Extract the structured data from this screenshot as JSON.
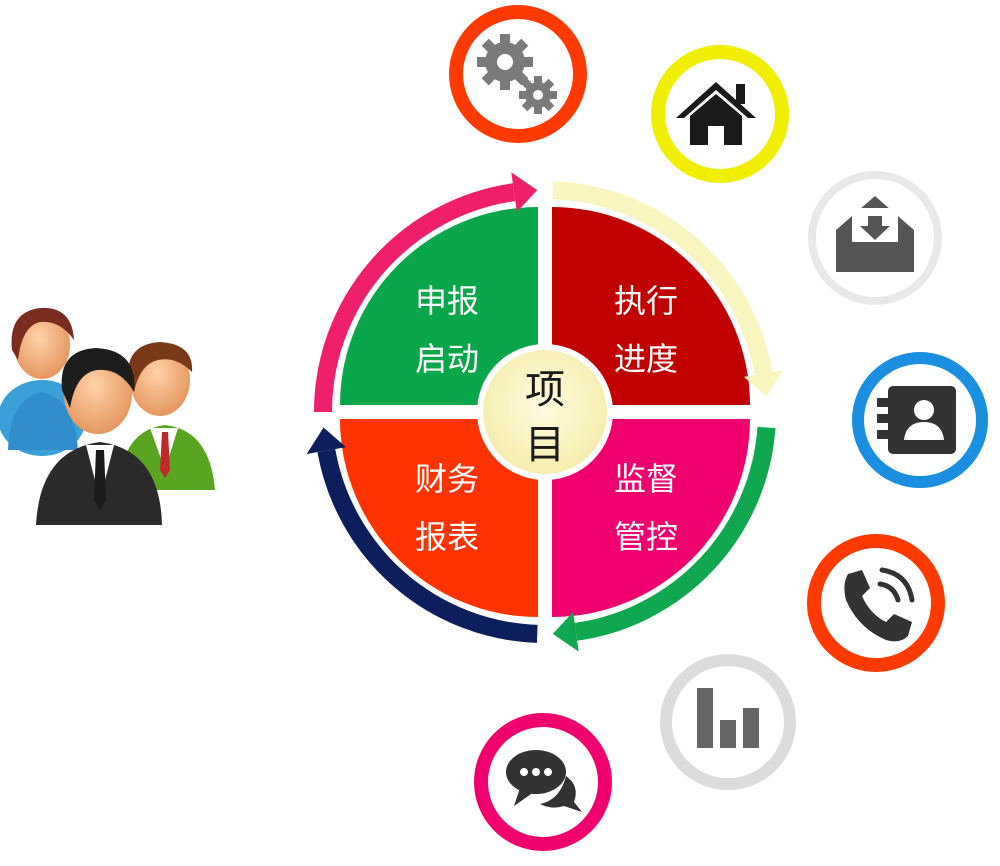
{
  "diagram": {
    "center": {
      "line1": "项",
      "line2": "目"
    },
    "quadrants": [
      {
        "id": "top-left",
        "line1": "申报",
        "line2": "启动",
        "color": "#0aa64a"
      },
      {
        "id": "top-right",
        "line1": "执行",
        "line2": "进度",
        "color": "#c10000"
      },
      {
        "id": "bottom-right",
        "line1": "监督",
        "line2": "管控",
        "color": "#f0006e"
      },
      {
        "id": "bottom-left",
        "line1": "财务",
        "line2": "报表",
        "color": "#ff3300"
      }
    ],
    "arrow_colors": {
      "top-left": "#ef1f6c",
      "top-right": "#f8f5c0",
      "bottom-right": "#10a84e",
      "bottom-left": "#0c1f5c"
    },
    "icons": [
      {
        "name": "gears-icon",
        "ring_color": "#ff3a00"
      },
      {
        "name": "home-icon",
        "ring_color": "#f2ee00"
      },
      {
        "name": "mail-icon",
        "ring_color": "#e8e8e8"
      },
      {
        "name": "contact-icon",
        "ring_color": "#1a8fe0"
      },
      {
        "name": "phone-icon",
        "ring_color": "#ff3a00"
      },
      {
        "name": "chart-icon",
        "ring_color": "#dcdcdc"
      },
      {
        "name": "chat-icon",
        "ring_color": "#f0006e"
      }
    ]
  }
}
